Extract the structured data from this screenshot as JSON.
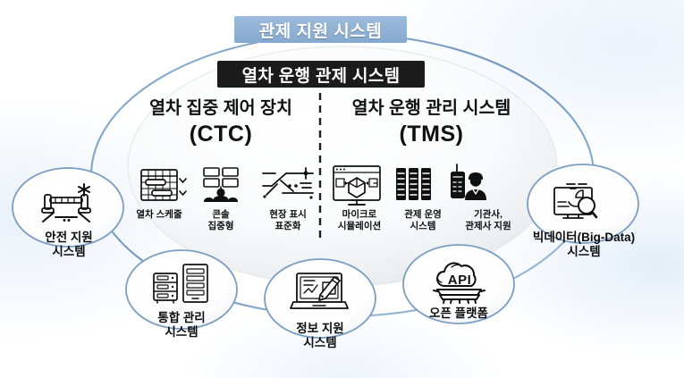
{
  "diagram": {
    "top_banner": "관제 지원 시스템",
    "center_banner": "열차 운행 관제 시스템",
    "left_column": {
      "title": "열차 집중 제어 장치",
      "abbr": "(CTC)"
    },
    "right_column": {
      "title": "열차 운행 관리 시스템",
      "abbr": "(TMS)"
    },
    "left_items": [
      {
        "label": "열차 스케줄",
        "icon": "schedule-gantt-icon"
      },
      {
        "label": "콘솔\n집중형",
        "icon": "console-operators-icon"
      },
      {
        "label": "현장 표시\n표준화",
        "icon": "track-layout-icon"
      }
    ],
    "right_items": [
      {
        "label": "마이크로\n시뮬레이션",
        "icon": "simulation-monitor-icon"
      },
      {
        "label": "관제 운영\n시스템",
        "icon": "server-racks-icon"
      },
      {
        "label": "기관사,\n관제사 지원",
        "icon": "radio-operator-icon"
      }
    ],
    "satellites": [
      {
        "id": "safety",
        "label": "안전 지원\n시스템",
        "icon": "railroad-crossing-icon"
      },
      {
        "id": "bigdata",
        "label": "빅데이터(Big-Data)\n시스템",
        "icon": "monitor-magnifier-icon"
      },
      {
        "id": "integration",
        "label": "통합 관리\n시스템",
        "icon": "server-cabinet-icon"
      },
      {
        "id": "info",
        "label": "정보 지원\n시스템",
        "icon": "laptop-pen-icon"
      },
      {
        "id": "platform",
        "label": "오픈 플랫폼",
        "icon": "api-cloud-gear-icon"
      }
    ],
    "colors": {
      "banner_blue": "#8aaed4",
      "banner_dark": "#1b1b1b",
      "ellipse_stroke": "#7a9ec4",
      "satellite_stroke": "#7a9ec4",
      "icon_ink": "#101010"
    }
  }
}
